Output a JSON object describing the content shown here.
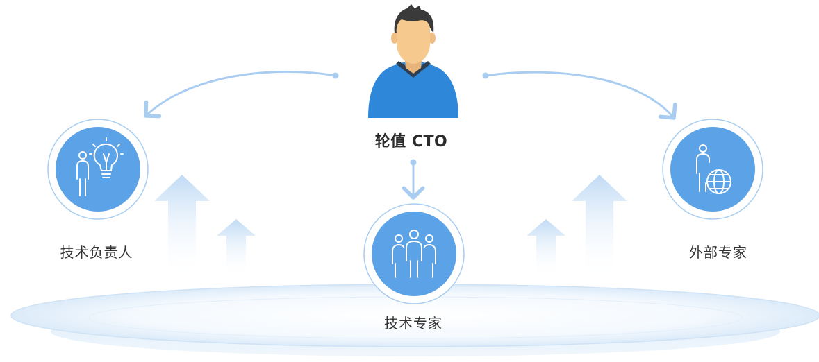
{
  "nodes": {
    "cto": {
      "label": "轮值 CTO",
      "icon": "person-avatar-icon"
    },
    "tech_lead": {
      "label": "技术负责人",
      "icon": "person-lightbulb-icon"
    },
    "tech_experts": {
      "label": "技术专家",
      "icon": "people-group-icon"
    },
    "external_experts": {
      "label": "外部专家",
      "icon": "person-globe-icon"
    }
  },
  "edges": [
    {
      "from": "cto",
      "to": "tech_lead"
    },
    {
      "from": "cto",
      "to": "tech_experts"
    },
    {
      "from": "cto",
      "to": "external_experts"
    }
  ],
  "colors": {
    "circle_fill": "#5ba2e6",
    "circle_ring": "#9cc6ef",
    "arrow_line": "#a9cdf0",
    "shirt_blue": "#2f87d9",
    "skin": "#f6c98f",
    "hair": "#3a3a3a",
    "collar": "#2c3e50",
    "up_arrow": "#cfe3f7",
    "platform": "#e8f2fb",
    "text": "#333333"
  }
}
